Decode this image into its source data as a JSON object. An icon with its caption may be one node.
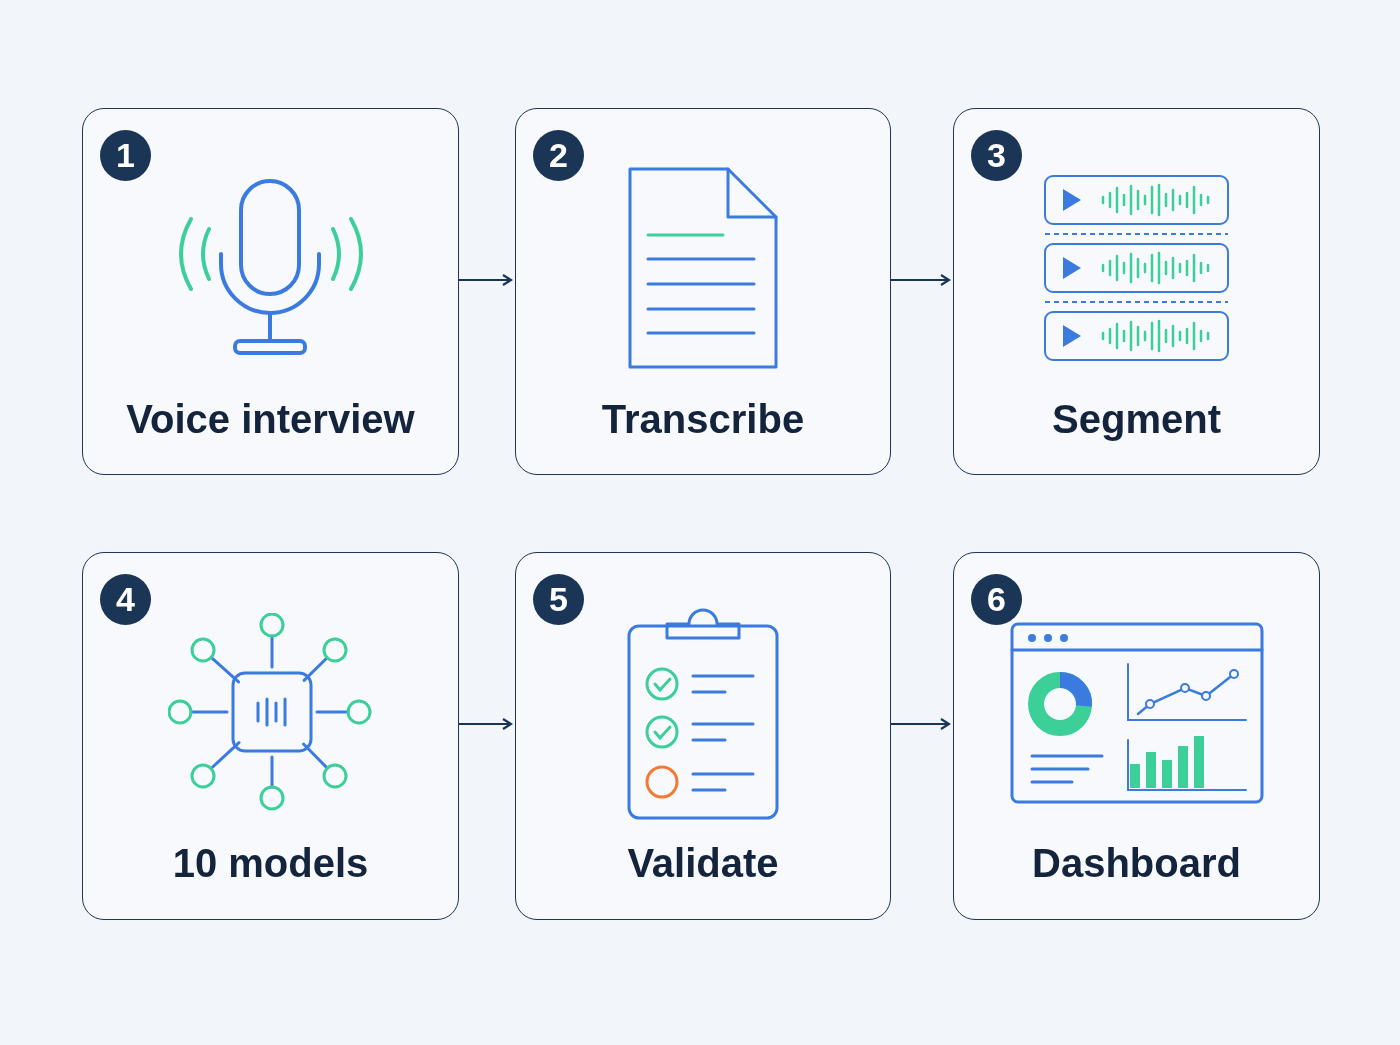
{
  "diagram": {
    "nodes": [
      {
        "text": [
          "1",
          "Voice interview"
        ]
      },
      {
        "text": [
          "2",
          "Transcribe"
        ]
      },
      {
        "text": [
          "3",
          "Segment"
        ]
      },
      {
        "text": [
          "4",
          "10 models"
        ]
      },
      {
        "text": [
          "5",
          "Validate"
        ]
      },
      {
        "text": [
          "6",
          "Dashboard"
        ]
      }
    ],
    "edges": [
      {
        "from": 0,
        "to": 1,
        "arrow": "to"
      },
      {
        "from": 1,
        "to": 2,
        "arrow": "to"
      },
      {
        "from": 3,
        "to": 4,
        "arrow": "to"
      },
      {
        "from": 4,
        "to": 5,
        "arrow": "to"
      }
    ]
  }
}
